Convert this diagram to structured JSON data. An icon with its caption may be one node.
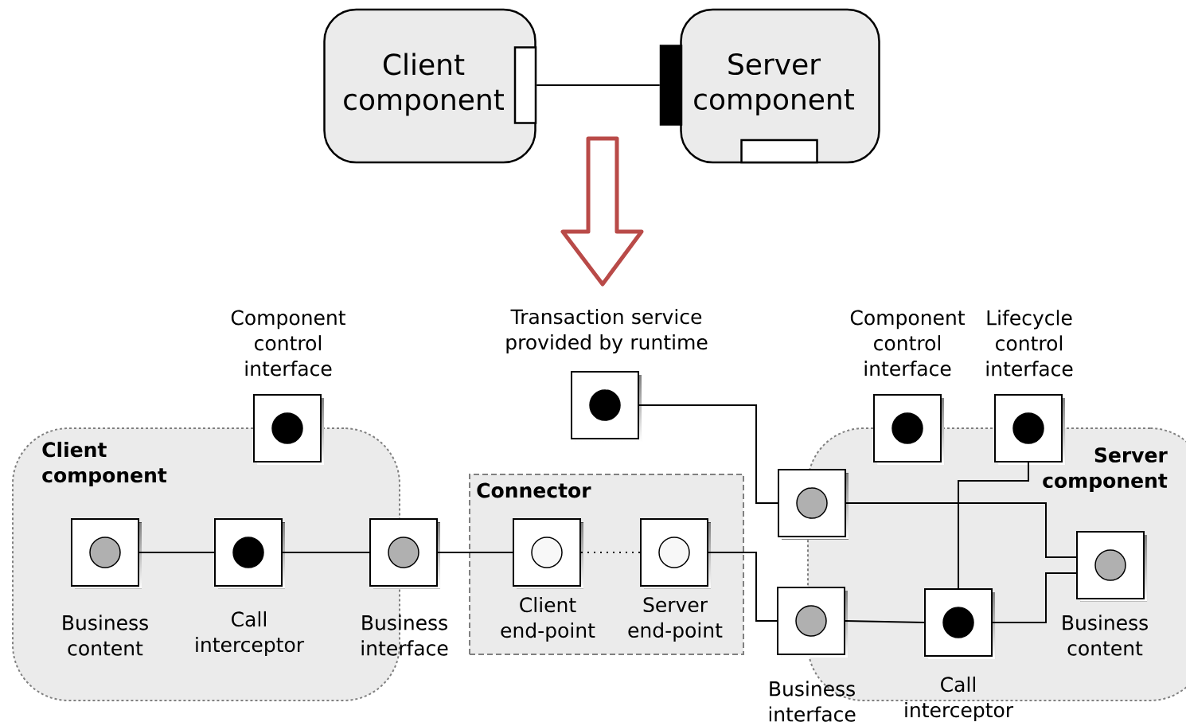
{
  "diagram": {
    "nodes": [
      {
        "text": [
          "Client component"
        ]
      },
      {
        "text": [
          "Server component"
        ]
      },
      {
        "text": [],
        "shape": "box",
        "in": 0
      },
      {
        "text": [],
        "shape": "box"
      },
      {
        "text": [],
        "shape": "box",
        "in": 1
      },
      {
        "text": [
          "Client component"
        ]
      },
      {
        "text": [
          "Component control interface"
        ]
      },
      {
        "text": [
          "Business content"
        ],
        "in": 5
      },
      {
        "text": [
          "Call interceptor"
        ],
        "in": 5
      },
      {
        "text": [
          "Business interface"
        ]
      },
      {
        "text": [
          "Connector"
        ]
      },
      {
        "text": [
          "Client end-point"
        ],
        "in": 10
      },
      {
        "text": [
          "Server end-point"
        ],
        "in": 10
      },
      {
        "text": [
          "Transaction service provided by runtime"
        ]
      },
      {
        "text": [
          "Server component"
        ]
      },
      {
        "text": [],
        "shape": "box"
      },
      {
        "text": [
          "Component control interface"
        ]
      },
      {
        "text": [
          "Lifecycle control interface"
        ]
      },
      {
        "text": [
          "Business interface"
        ]
      },
      {
        "text": [
          "Call interceptor"
        ],
        "in": 14
      },
      {
        "text": [
          "Business content"
        ],
        "in": 14
      }
    ],
    "edges": [
      {
        "from": 2,
        "to": 3,
        "arrow": "none"
      },
      {
        "from": 7,
        "to": 8,
        "arrow": "none"
      },
      {
        "from": 8,
        "to": 9,
        "arrow": "none"
      },
      {
        "from": 9,
        "to": 11,
        "arrow": "none"
      },
      {
        "from": 11,
        "to": 12,
        "arrow": "none",
        "style": "dashed"
      },
      {
        "from": 13,
        "to": 15,
        "arrow": "none"
      },
      {
        "from": 12,
        "to": 18,
        "arrow": "none"
      },
      {
        "from": 15,
        "to": 20,
        "arrow": "none"
      },
      {
        "from": 18,
        "to": 19,
        "arrow": "none"
      },
      {
        "from": 19,
        "to": 20,
        "arrow": "none"
      },
      {
        "from": 17,
        "to": 19,
        "arrow": "none"
      }
    ]
  }
}
